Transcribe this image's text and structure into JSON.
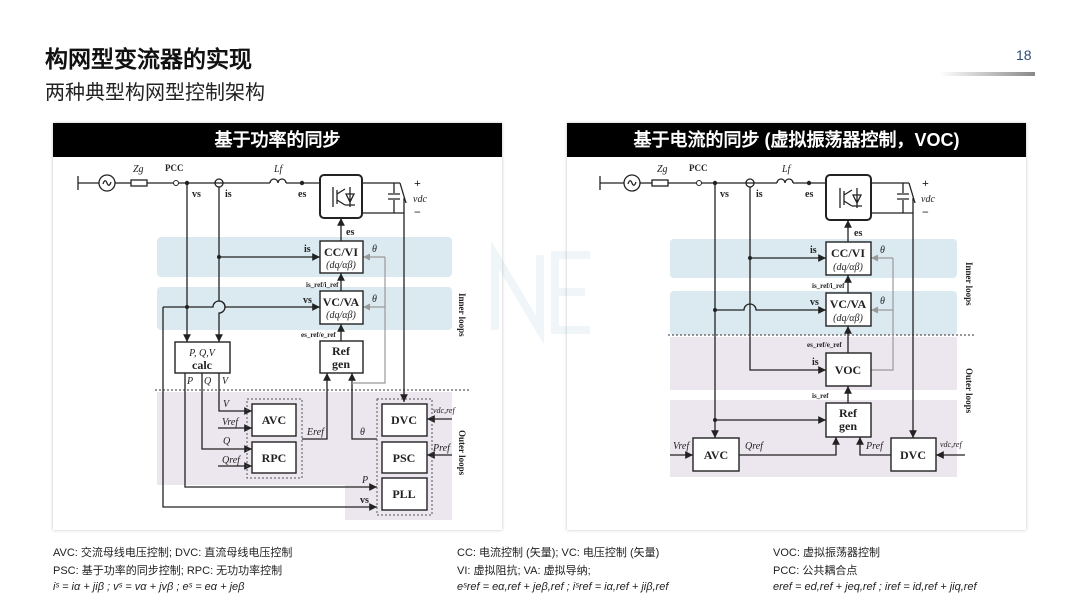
{
  "header": {
    "title": "构网型变流器的实现",
    "subtitle": "两种典型构网型控制架构",
    "page_number": "18"
  },
  "left_panel": {
    "heading": "基于功率的同步",
    "labels": {
      "zg": "Zg",
      "pcc": "PCC",
      "lf": "Lf",
      "vs": "vs",
      "is": "is",
      "es": "es",
      "es2": "es",
      "vdc": "vdc",
      "plus": "+",
      "minus": "−",
      "is_in": "is",
      "theta1": "θ",
      "iref": "is_ref/i_ref",
      "vs_in": "vs",
      "theta2": "θ",
      "eref": "es_ref/e_ref",
      "p_out": "P",
      "q_out": "Q",
      "v_out": "V",
      "v_in": "V",
      "vref_in": "Vref",
      "q_in": "Q",
      "qref_in": "Qref",
      "e_ref": "Eref",
      "theta3": "θ",
      "vdcref": "vdc,ref",
      "pref": "Pref",
      "p_pll": "P",
      "vs_pll": "vs",
      "inner_loops": "Inner loops",
      "outer_loops": "Outer loops"
    },
    "blocks": {
      "ccvi": "CC/VI",
      "ccvi_sub": "(dq/αβ)",
      "vcva": "VC/VA",
      "vcva_sub": "(dq/αβ)",
      "pqv": "P, Q,V",
      "pqv_sub": "calc",
      "refgen1": "Ref",
      "refgen2": "gen",
      "avc": "AVC",
      "rpc": "RPC",
      "dvc": "DVC",
      "psc": "PSC",
      "pll": "PLL"
    }
  },
  "right_panel": {
    "heading": "基于电流的同步 (虚拟振荡器控制，VOC)",
    "labels": {
      "zg": "Zg",
      "pcc": "PCC",
      "lf": "Lf",
      "vs": "vs",
      "is": "is",
      "es": "es",
      "es2": "es",
      "vdc": "vdc",
      "plus": "+",
      "minus": "−",
      "is_in": "is",
      "theta1": "θ",
      "iref": "is_ref/i_ref",
      "vs_in": "vs",
      "theta2": "θ",
      "eref": "es_ref/e_ref",
      "is_voc": "is",
      "isref": "is_ref",
      "vref": "Vref",
      "qref": "Qref",
      "pref": "Pref",
      "vdcref": "vdc,ref",
      "inner_loops": "Inner loops",
      "outer_loops": "Outer loops"
    },
    "blocks": {
      "ccvi": "CC/VI",
      "ccvi_sub": "(dq/αβ)",
      "vcva": "VC/VA",
      "vcva_sub": "(dq/αβ)",
      "voc": "VOC",
      "refgen1": "Ref",
      "refgen2": "gen",
      "avc": "AVC",
      "dvc": "DVC"
    }
  },
  "footnotes": {
    "col1": [
      "AVC: 交流母线电压控制; DVC: 直流母线电压控制",
      "PSC: 基于功率的同步控制; RPC: 无功功率控制",
      "iˢ = iα + jiβ ; vˢ = vα + jvβ ; eˢ = eα + jeβ"
    ],
    "col2": [
      "CC: 电流控制 (矢量); VC: 电压控制 (矢量)",
      "VI: 虚拟阻抗; VA: 虚拟导纳;",
      "eˢref = eα,ref + jeβ,ref ; iˢref = iα,ref + jiβ,ref"
    ],
    "col3": [
      "VOC: 虚拟振荡器控制",
      "PCC: 公共耦合点",
      "eref = ed,ref + jeq,ref ; iref = id,ref + jiq,ref"
    ]
  },
  "colors": {
    "inner_band": "#dbeaf0",
    "outer_band": "#ece6ee",
    "header_bg": "#000000",
    "page_number": "#2d4b7a"
  }
}
